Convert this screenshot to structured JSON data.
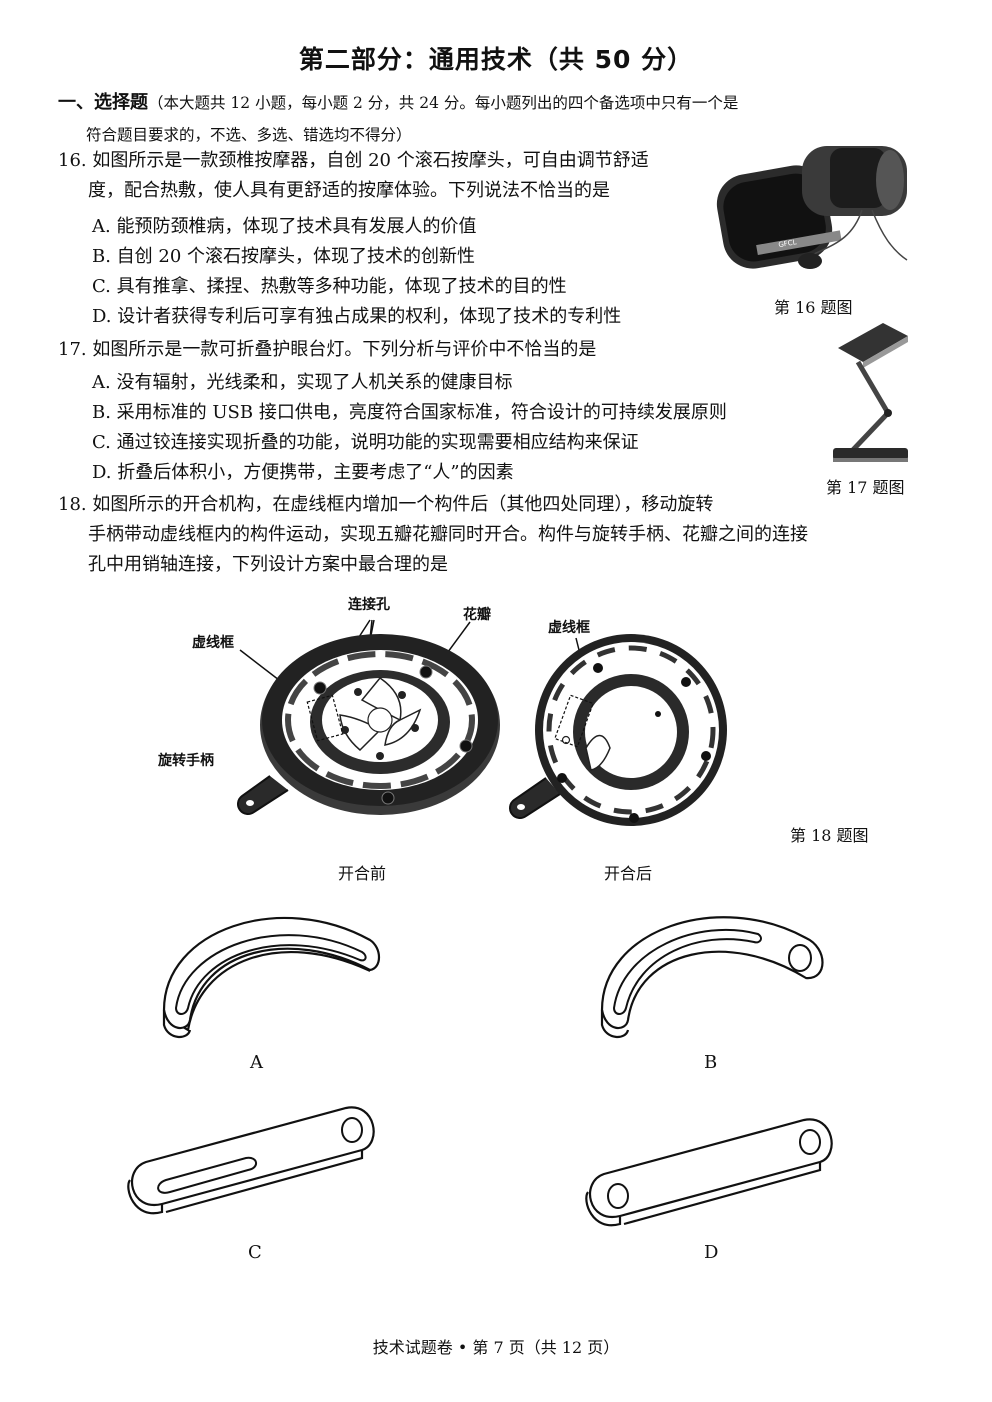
{
  "page_title": "第二部分：通用技术（共 50 分）",
  "section": {
    "heading": "一、选择题",
    "note_line1": "（本大题共 12 小题，每小题 2 分，共 24 分。每小题列出的四个备选项中只有一个是",
    "note_line2": "符合题目要求的，不选、多选、错选均不得分）"
  },
  "q16": {
    "number": "16.",
    "stem_line1": "如图所示是一款颈椎按摩器，自创 20 个滚石按摩头，可自由调节舒适",
    "stem_line2": "度，配合热敷，使人具有更舒适的按摩体验。下列说法不恰当的是",
    "options": [
      "A. 能预防颈椎病，体现了技术具有发展人的价值",
      "B. 自创 20 个滚石按摩头，体现了技术的创新性",
      "C. 具有推拿、揉捏、热敷等多种功能，体现了技术的目的性",
      "D. 设计者获得专利后可享有独占成果的权利，体现了技术的专利性"
    ],
    "figure_caption": "第 16 题图",
    "device_label": "GFCL"
  },
  "q17": {
    "number": "17.",
    "stem": "如图所示是一款可折叠护眼台灯。下列分析与评价中不恰当的是",
    "options": [
      "A. 没有辐射，光线柔和，实现了人机关系的健康目标",
      "B. 采用标准的 USB 接口供电，亮度符合国家标准，符合设计的可持续发展原则",
      "C. 通过铰连接实现折叠的功能，说明功能的实现需要相应结构来保证",
      "D. 折叠后体积小，方便携带，主要考虑了“人”的因素"
    ],
    "figure_caption": "第 17 题图"
  },
  "q18": {
    "number": "18.",
    "stem_line1": "如图所示的开合机构，在虚线框内增加一个构件后（其他四处同理），移动旋转",
    "stem_line2": "手柄带动虚线框内的构件运动，实现五瓣花瓣同时开合。构件与旋转手柄、花瓣之间的连接",
    "stem_line3": "孔中用销轴连接，下列设计方案中最合理的是",
    "labels": {
      "connection_hole": "连接孔",
      "petal": "花瓣",
      "dashed_box_left": "虚线框",
      "dashed_box_right": "虚线框",
      "handle": "旋转手柄"
    },
    "before": "开合前",
    "after": "开合后",
    "figure_caption": "第 18 题图",
    "option_labels": [
      "A",
      "B",
      "C",
      "D"
    ]
  },
  "footer": "技术试题卷 • 第 7 页（共 12 页）"
}
